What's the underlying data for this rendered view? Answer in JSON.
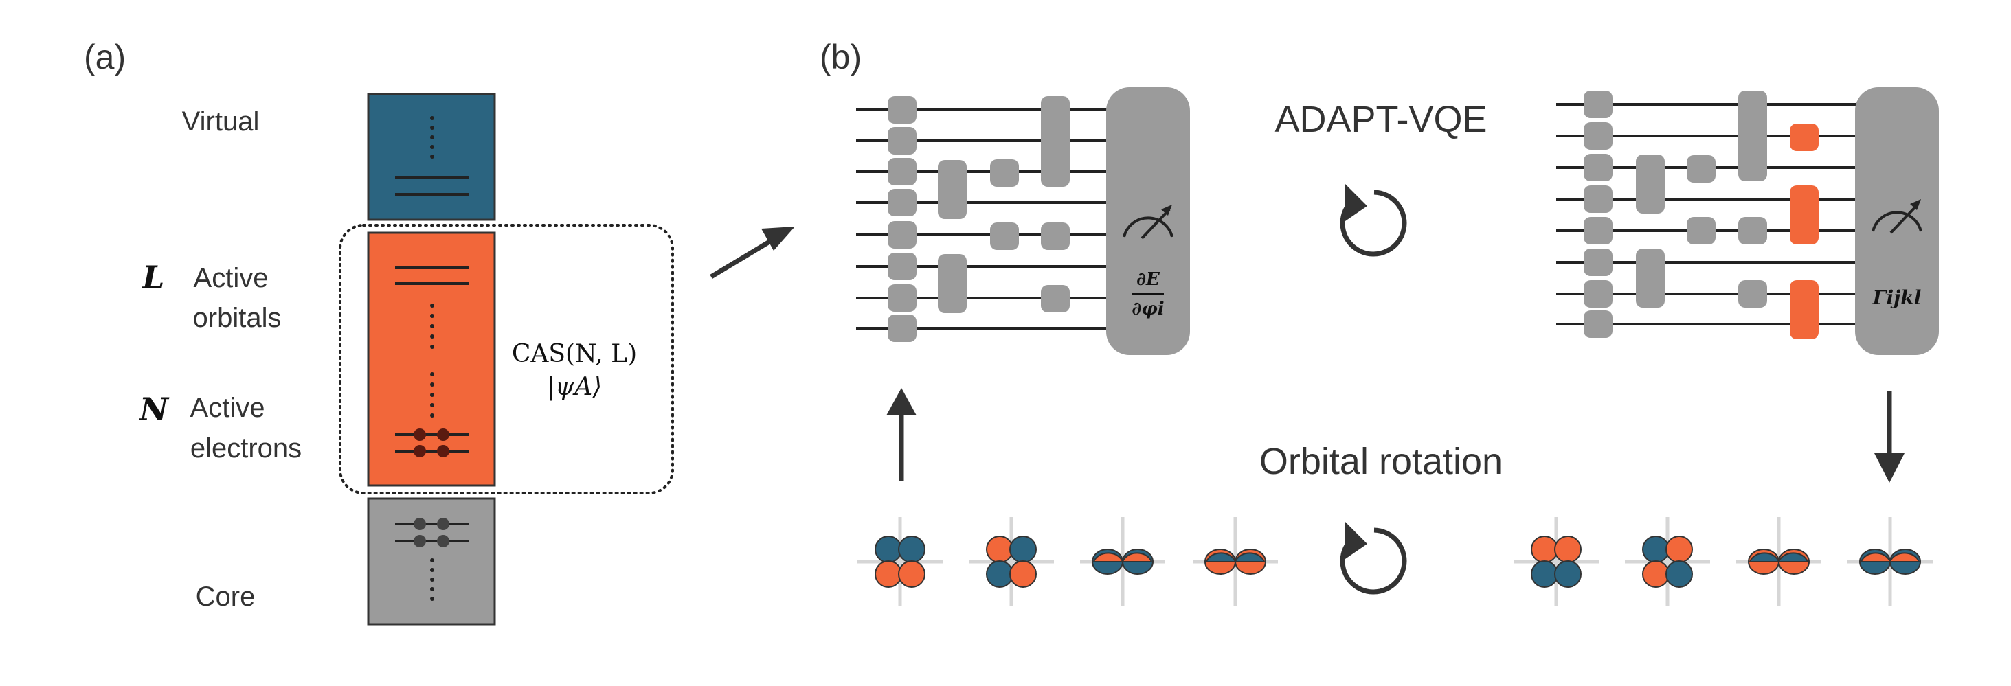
{
  "panel_a": {
    "label": "(a)",
    "virtual_label": "Virtual",
    "active_orbitals_symbol": "L",
    "active_orbitals_text_line1": "Active",
    "active_orbitals_text_line2": "orbitals",
    "active_electrons_symbol": "N",
    "active_electrons_text_line1": "Active",
    "active_electrons_text_line2": "electrons",
    "core_label": "Core",
    "cas_line1": "CAS(N, L)",
    "cas_line2": "|ψA⟩"
  },
  "panel_b": {
    "label": "(b)",
    "adapt_vqe_label": "ADAPT-VQE",
    "orbital_rotation_label": "Orbital rotation",
    "gradient_numerator": "∂E",
    "gradient_denominator": "∂φi",
    "rdm_label": "Γijkl"
  },
  "colors": {
    "virtual": "#2b6480",
    "active": "#f2673a",
    "core": "#9b9b9b",
    "gate": "#9b9b9b",
    "highlight_gate": "#f2673a",
    "orbital_blue": "#2b6480",
    "orbital_orange": "#f2673a"
  },
  "icons": {
    "measure": "meter-icon",
    "cycle": "circular-arrow-icon"
  }
}
